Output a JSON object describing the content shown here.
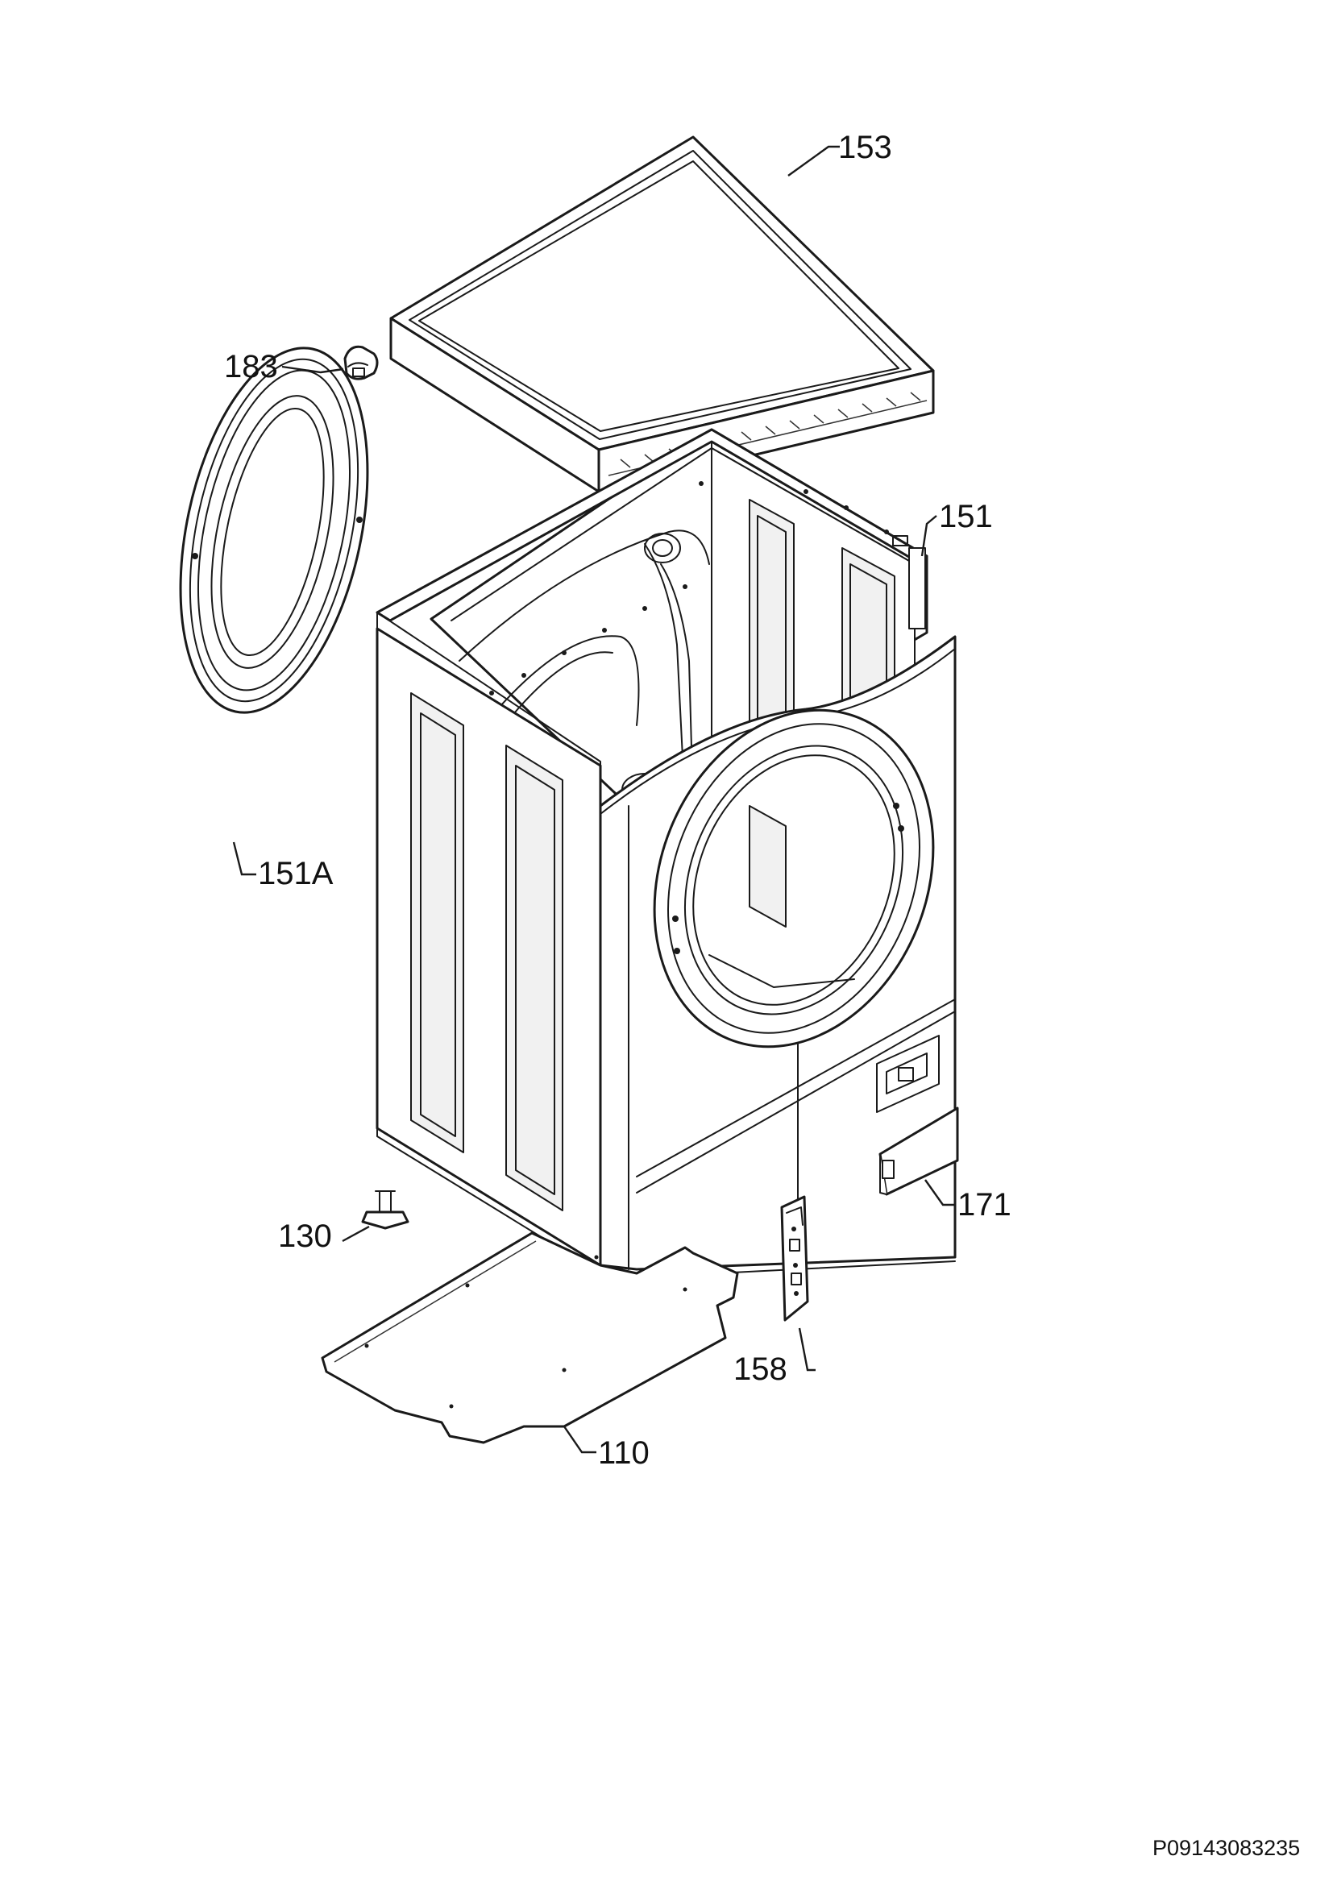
{
  "diagram": {
    "parts": [
      {
        "id": "153",
        "label": "153"
      },
      {
        "id": "183",
        "label": "183"
      },
      {
        "id": "151",
        "label": "151"
      },
      {
        "id": "151A",
        "label": "151A"
      },
      {
        "id": "171",
        "label": "171"
      },
      {
        "id": "130",
        "label": "130"
      },
      {
        "id": "158",
        "label": "158"
      },
      {
        "id": "110",
        "label": "110"
      }
    ],
    "reference_code": "P09143083235"
  }
}
